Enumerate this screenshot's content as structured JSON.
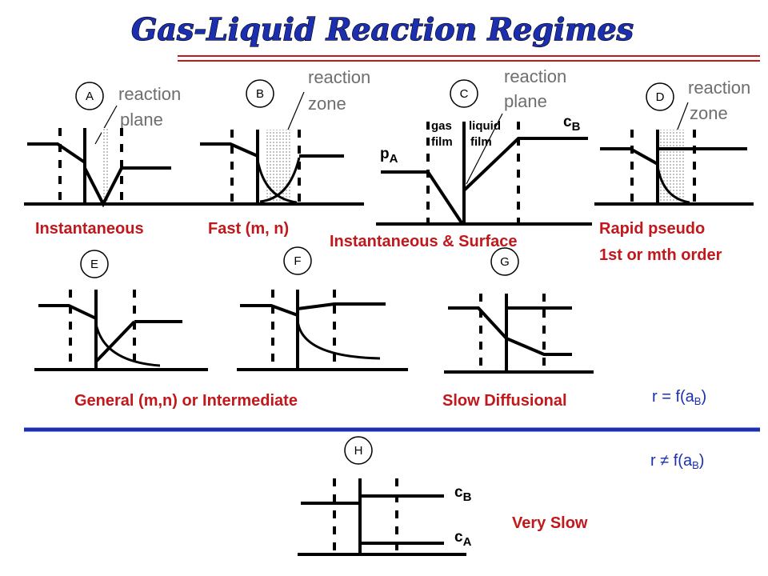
{
  "title": "Gas-Liquid Reaction Regimes",
  "colors": {
    "title": "#1b2fb0",
    "labels": "#c2171b",
    "divider": "#1b2fb0",
    "title_rule": "#c2171b",
    "notes": "#6e6e6e"
  },
  "panels": {
    "A": {
      "letter": "A",
      "note_line1": "reaction",
      "note_line2": "plane",
      "label": "Instantaneous"
    },
    "B": {
      "letter": "B",
      "note_line1": "reaction",
      "note_line2": "zone",
      "label": "Fast (m, n)"
    },
    "C": {
      "letter": "C",
      "note_line1": "reaction",
      "note_line2": "plane",
      "gas1": "gas",
      "gas2": "film",
      "liq1": "liquid",
      "liq2": "film",
      "cb": "c",
      "cb_sub": "B",
      "pa": "p",
      "pa_sub": "A",
      "label": "Instantaneous & Surface"
    },
    "D": {
      "letter": "D",
      "note_line1": "reaction",
      "note_line2": "zone",
      "label_line1": "Rapid pseudo",
      "label_line2": "1st or mth order"
    },
    "E": {
      "letter": "E"
    },
    "F": {
      "letter": "F"
    },
    "G": {
      "letter": "G"
    },
    "H": {
      "letter": "H",
      "cb": "c",
      "cb_sub": "B",
      "ca": "c",
      "ca_sub": "A",
      "label": "Very Slow"
    }
  },
  "row2_labels": {
    "general": "General (m,n) or Intermediate",
    "slow": "Slow Diffusional"
  },
  "rate_eq": {
    "depends": "r = f(a",
    "depends_sub": "B",
    "depends_close": ")",
    "independent": "r ≠ f(a",
    "independent_sub": "B",
    "independent_close": ")"
  }
}
